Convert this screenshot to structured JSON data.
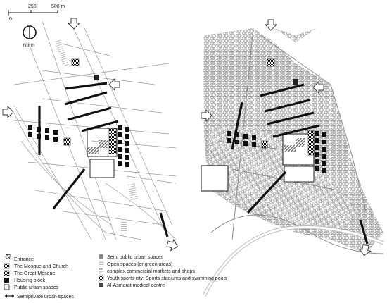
{
  "scale_bar": {
    "labels": [
      "0",
      "250",
      "500 m"
    ]
  },
  "north": {
    "label": "North"
  },
  "legend": {
    "left": [
      {
        "icon": "entrance-arrow-icon",
        "label": "Entrance"
      },
      {
        "icon": "mosque-church-icon",
        "label": "The Mosque and Church"
      },
      {
        "icon": "great-mosque-icon",
        "label": "The Great Mosque"
      },
      {
        "icon": "housing-block-icon",
        "label": "Housing block"
      },
      {
        "icon": "public-space-icon",
        "label": "Public urban spaces"
      },
      {
        "icon": "semiprivate-arrow-icon",
        "label": "Semiprivate urban spaces"
      }
    ],
    "right": [
      {
        "icon": "semi-public-line-icon",
        "label": "Semi public urban spaces"
      },
      {
        "icon": "open-space-icon",
        "label": "Open spaces (or green areas)"
      },
      {
        "icon": "commercial-icon",
        "label": "complex commercial markets and shops"
      },
      {
        "icon": "sports-icon",
        "label": "Youth sports city: Sports stadiums and swimming pools"
      },
      {
        "icon": "medical-icon",
        "label": "Al-Asmarat medical centre"
      }
    ]
  }
}
